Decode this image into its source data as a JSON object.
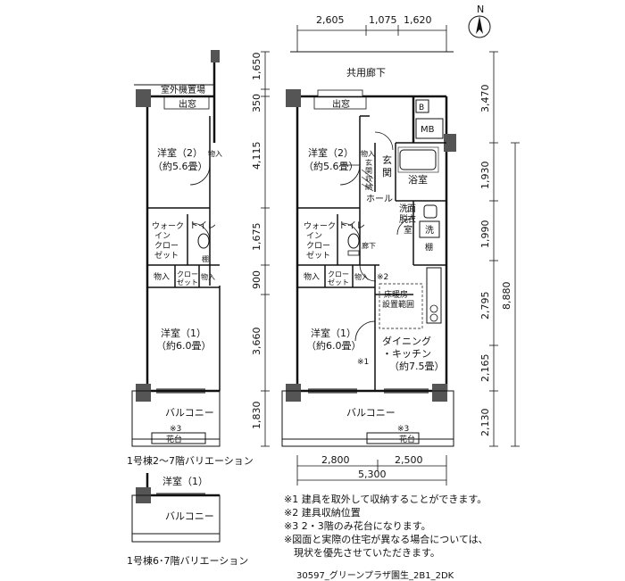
{
  "compass": {
    "label": "N"
  },
  "top_dimensions": [
    "2,605",
    "1,075",
    "1,620"
  ],
  "left_dimensions": [
    "1,650",
    "350",
    "4,115",
    "1,675",
    "900",
    "3,660",
    "1,830"
  ],
  "right_dimensions": {
    "inner": [
      "3,470",
      "1,930",
      "1,990",
      "2,795",
      "2,165",
      "2,130"
    ],
    "total": "8,880"
  },
  "bottom_dimensions": {
    "parts": [
      "2,800",
      "2,500"
    ],
    "total": "5,300"
  },
  "main_plan": {
    "corridor": "共用廊下",
    "out_window": "出窓",
    "bedroom2": [
      "洋室（2）",
      "（約5.6畳）"
    ],
    "storage": "物入",
    "entry_storage": [
      "玄",
      "関",
      "収",
      "納"
    ],
    "entrance": [
      "玄",
      "関"
    ],
    "bath": "浴室",
    "b": "B",
    "mb": "MB",
    "hall": "ホール",
    "washroom": [
      "洗",
      "面",
      "脱",
      "衣",
      "室"
    ],
    "wash": "洗",
    "shelf": "棚",
    "walkin": [
      "ウォーク",
      "イン",
      "クロー",
      "ゼット"
    ],
    "toilet": "トイレ",
    "corridor_in": "廊下",
    "closet": [
      "クロー",
      "ゼット"
    ],
    "note2": "※2",
    "heating": [
      "床暖房",
      "設置範囲"
    ],
    "bedroom1": [
      "洋室（1）",
      "（約6.0畳）"
    ],
    "dk": [
      "ダイニング",
      "・キッチン",
      "（約7.5畳）"
    ],
    "note1": "※1",
    "balcony": "バルコニー",
    "note3": "※3",
    "flower_bed": "花台"
  },
  "variation1": {
    "outdoor_unit": "室外機置場",
    "out_window": "出窓",
    "bedroom2": [
      "洋室（2）",
      "（約5.6畳）"
    ],
    "storage": "物入",
    "walkin": [
      "ウォーク",
      "イン",
      "クロー",
      "ゼット"
    ],
    "toilet": "トイレ",
    "closet": [
      "クロー",
      "ゼット"
    ],
    "shelf": "棚",
    "bedroom1": [
      "洋室（1）",
      "（約6.0畳）"
    ],
    "balcony": "バルコニー",
    "note3": "※3",
    "flower_bed": "花台",
    "caption": "1号棟2～7階バリエーション"
  },
  "variation2": {
    "bedroom1": "洋室（1）",
    "balcony": "バルコニー",
    "caption": "1号棟6･7階バリエーション"
  },
  "notes": [
    "※1  建具を取外して収納することができます。",
    "※2  建具収納位置",
    "※3  2・3階のみ花台になります。",
    "※図面と実際の住宅が異なる場合については、",
    "　現状を優先させていただきます。"
  ],
  "footer_code": "30597_グリーンプラザ園生_2B1_2DK"
}
